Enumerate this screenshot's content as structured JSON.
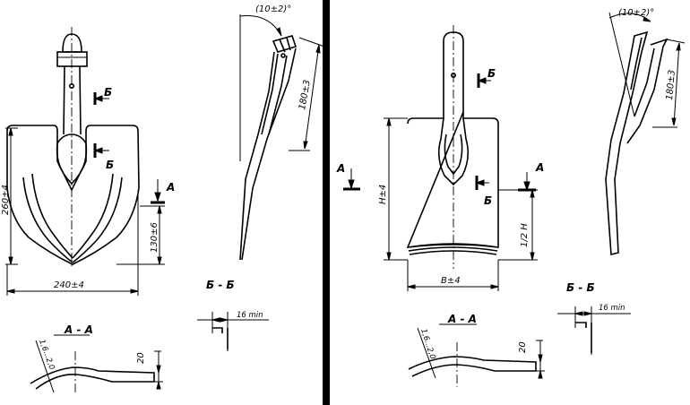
{
  "left_drawing": {
    "dim_height": "260±4",
    "dim_width": "240±4",
    "dim_side_height": "130±6",
    "cut_mark_a": "А",
    "cut_mark_b_upper": "Б",
    "cut_mark_b_lower": "Б",
    "side_angle": "(10±2)°",
    "side_length": "180±3",
    "section_bb_title": "Б - Б",
    "section_bb_dim": "16 min",
    "section_aa_title": "А - А",
    "section_aa_thickness": "1,6...2,0",
    "section_aa_dim": "20"
  },
  "right_drawing": {
    "dim_height": "H±4",
    "dim_width": "B±4",
    "dim_half_height": "1/2 H",
    "cut_mark_a_left": "А",
    "cut_mark_a_right": "А",
    "cut_mark_b_upper": "Б",
    "cut_mark_b_lower": "Б",
    "side_angle": "(10±2)°",
    "side_length": "180±3",
    "section_bb_title": "Б - Б",
    "section_bb_dim": "16 min",
    "section_aa_title": "А - А",
    "section_aa_thickness": "1,6...2,0",
    "section_aa_dim": "20"
  }
}
